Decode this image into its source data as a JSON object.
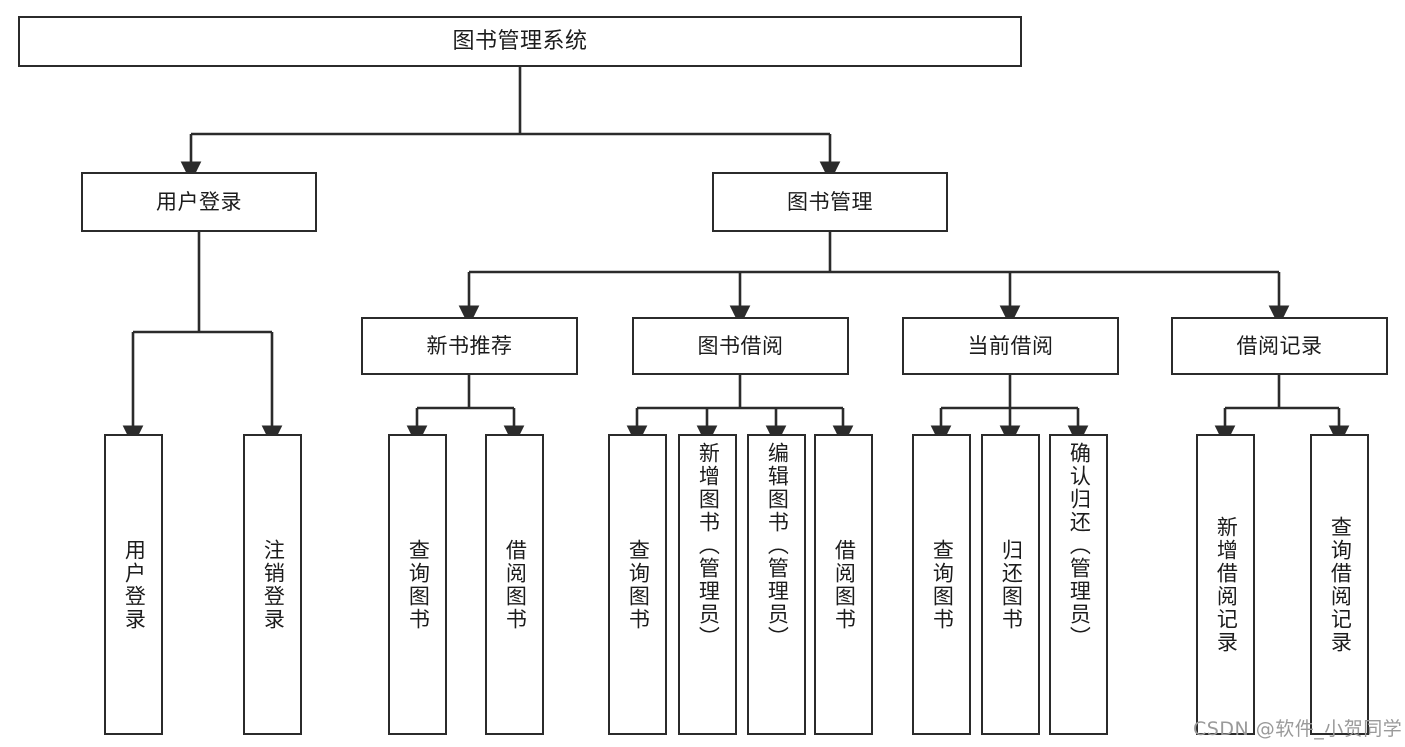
{
  "diagram": {
    "title": "图书管理系统",
    "type": "tree-hierarchy",
    "orientation": "top-down",
    "colors": {
      "node_border": "#2b2b2b",
      "node_fill": "#ffffff",
      "edge": "#2b2b2b",
      "text": "#1c1c1c",
      "background": "#ffffff",
      "watermark": "#9a9a9a"
    }
  },
  "watermark": {
    "text": "CSDN @软件_小贺同学"
  },
  "nodes": {
    "root": {
      "label": "图书管理系统",
      "level": 1
    },
    "level2": [
      {
        "id": "user-login",
        "label": "用户登录",
        "level": 2
      },
      {
        "id": "book-manage",
        "label": "图书管理",
        "level": 2
      }
    ],
    "level3": [
      {
        "id": "new-book-recommend",
        "label": "新书推荐",
        "level": 3
      },
      {
        "id": "book-borrow",
        "label": "图书借阅",
        "level": 3
      },
      {
        "id": "current-borrow",
        "label": "当前借阅",
        "level": 3
      },
      {
        "id": "borrow-record",
        "label": "借阅记录",
        "level": 3
      }
    ],
    "leaves": [
      {
        "id": "leaf-user-login",
        "label": "用户登录",
        "parent": "user-login",
        "align": "center"
      },
      {
        "id": "leaf-user-logout",
        "label": "注销登录",
        "parent": "user-login",
        "align": "center"
      },
      {
        "id": "leaf-query-book-1",
        "label": "查询图书",
        "parent": "new-book-recommend",
        "align": "center"
      },
      {
        "id": "leaf-borrow-book-1",
        "label": "借阅图书",
        "parent": "new-book-recommend",
        "align": "center"
      },
      {
        "id": "leaf-query-book-2",
        "label": "查询图书",
        "parent": "book-borrow",
        "align": "center"
      },
      {
        "id": "leaf-add-book",
        "label": "新增图书（管理员）",
        "parent": "book-borrow",
        "align": "top"
      },
      {
        "id": "leaf-edit-book",
        "label": "编辑图书（管理员）",
        "parent": "book-borrow",
        "align": "top"
      },
      {
        "id": "leaf-borrow-book-2",
        "label": "借阅图书",
        "parent": "book-borrow",
        "align": "center"
      },
      {
        "id": "leaf-query-book-3",
        "label": "查询图书",
        "parent": "current-borrow",
        "align": "center"
      },
      {
        "id": "leaf-return-book",
        "label": "归还图书",
        "parent": "current-borrow",
        "align": "center"
      },
      {
        "id": "leaf-confirm-return",
        "label": "确认归还（管理员）",
        "parent": "current-borrow",
        "align": "top"
      },
      {
        "id": "leaf-add-record",
        "label": "新增借阅记录",
        "parent": "borrow-record",
        "align": "center"
      },
      {
        "id": "leaf-query-record",
        "label": "查询借阅记录",
        "parent": "borrow-record",
        "align": "center"
      }
    ]
  }
}
